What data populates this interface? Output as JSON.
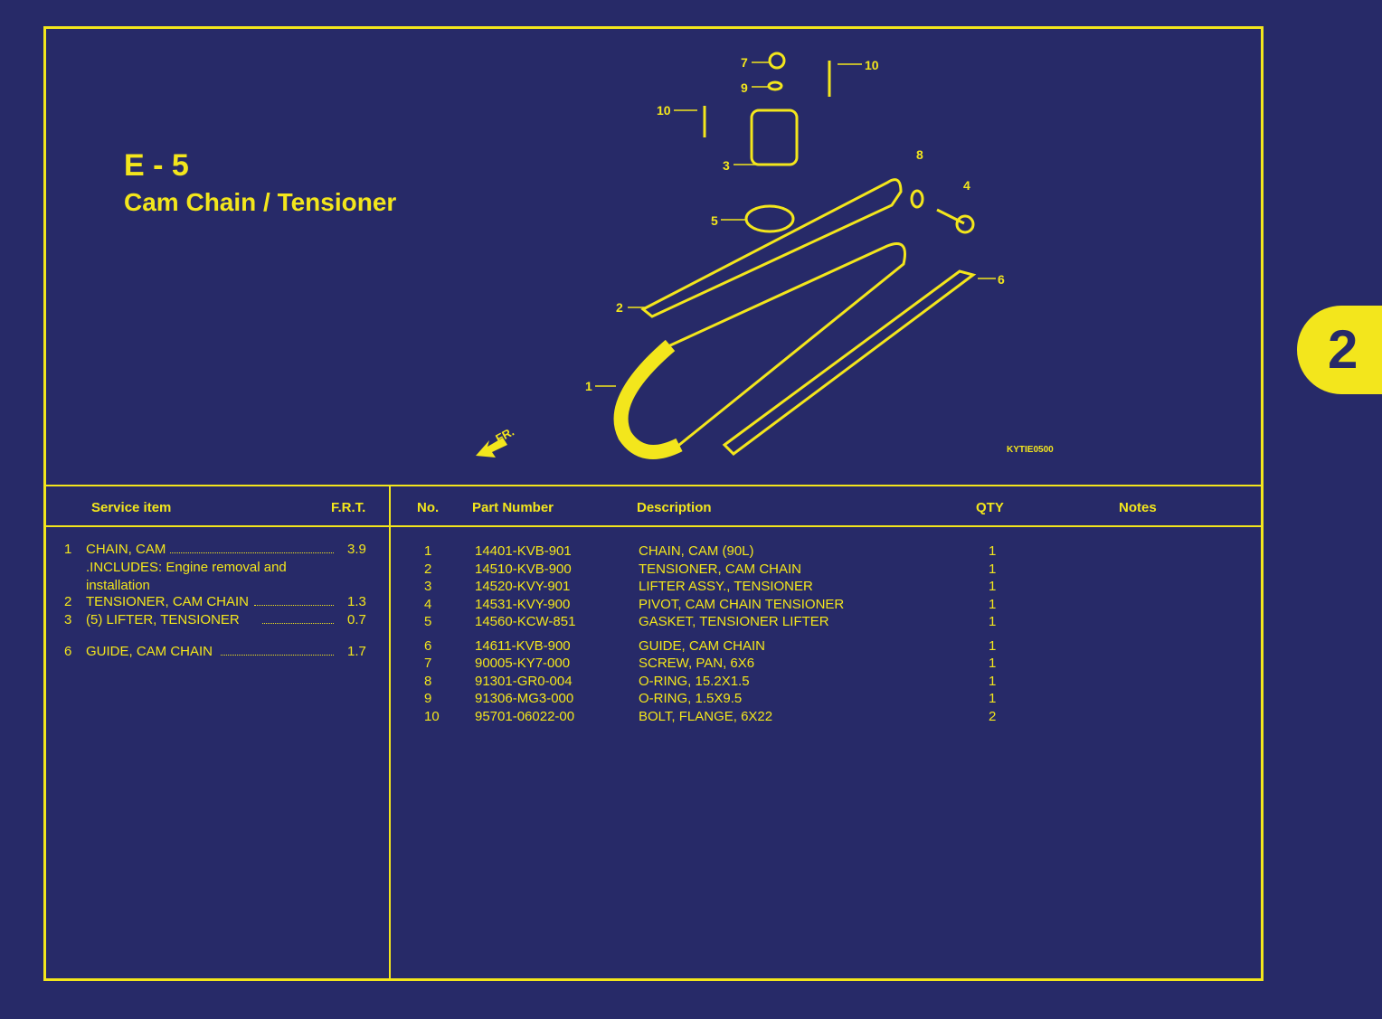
{
  "section_code": "E - 5",
  "section_title": "Cam Chain / Tensioner",
  "page_tab": "2",
  "diagram": {
    "code": "KYTIE0500",
    "front_label": "FR.",
    "callouts": [
      "1",
      "2",
      "3",
      "4",
      "5",
      "6",
      "7",
      "8",
      "9",
      "10",
      "10"
    ]
  },
  "service": {
    "headers": {
      "item": "Service item",
      "frt": "F.R.T."
    },
    "items": [
      {
        "no": "1",
        "name": "CHAIN, CAM",
        "frt": "3.9",
        "note": ".INCLUDES: Engine removal and installation"
      },
      {
        "no": "2",
        "name": "TENSIONER, CAM CHAIN",
        "frt": "1.3"
      },
      {
        "no": "3",
        "name": "(5) LIFTER, TENSIONER",
        "frt": "0.7"
      },
      {
        "no": "6",
        "name": "GUIDE, CAM CHAIN",
        "frt": "1.7"
      }
    ]
  },
  "parts": {
    "headers": {
      "no": "No.",
      "part": "Part Number",
      "desc": "Description",
      "qty": "QTY",
      "notes": "Notes"
    },
    "rows": [
      {
        "no": "1",
        "part": "14401-KVB-901",
        "desc": "CHAIN, CAM (90L)",
        "qty": "1"
      },
      {
        "no": "2",
        "part": "14510-KVB-900",
        "desc": "TENSIONER, CAM CHAIN",
        "qty": "1"
      },
      {
        "no": "3",
        "part": "14520-KVY-901",
        "desc": "LIFTER ASSY., TENSIONER",
        "qty": "1"
      },
      {
        "no": "4",
        "part": "14531-KVY-900",
        "desc": "PIVOT, CAM CHAIN TENSIONER",
        "qty": "1"
      },
      {
        "no": "5",
        "part": "14560-KCW-851",
        "desc": "GASKET, TENSIONER LIFTER",
        "qty": "1"
      },
      {
        "no": "6",
        "part": "14611-KVB-900",
        "desc": "GUIDE, CAM CHAIN",
        "qty": "1"
      },
      {
        "no": "7",
        "part": "90005-KY7-000",
        "desc": "SCREW, PAN, 6X6",
        "qty": "1"
      },
      {
        "no": "8",
        "part": "91301-GR0-004",
        "desc": "O-RING, 15.2X1.5",
        "qty": "1"
      },
      {
        "no": "9",
        "part": "91306-MG3-000",
        "desc": "O-RING, 1.5X9.5",
        "qty": "1"
      },
      {
        "no": "10",
        "part": "95701-06022-00",
        "desc": "BOLT, FLANGE, 6X22",
        "qty": "2"
      }
    ]
  }
}
